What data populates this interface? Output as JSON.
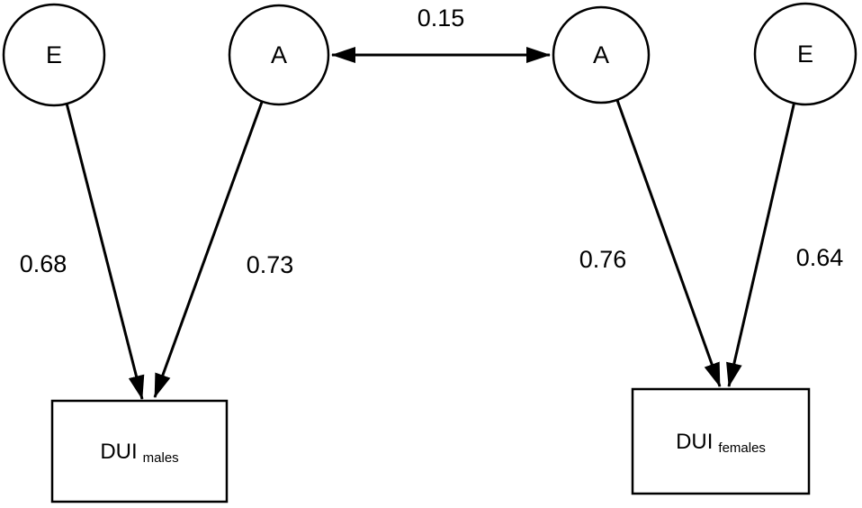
{
  "diagram": {
    "kind": "behavior-genetics path diagram",
    "nodes": {
      "e_left": {
        "label": "E",
        "shape": "circle"
      },
      "a_left": {
        "label": "A",
        "shape": "circle"
      },
      "a_right": {
        "label": "A",
        "shape": "circle"
      },
      "e_right": {
        "label": "E",
        "shape": "circle"
      },
      "dui_males": {
        "label": "DUI",
        "subscript": "males",
        "shape": "rectangle"
      },
      "dui_females": {
        "label": "DUI",
        "subscript": "females",
        "shape": "rectangle"
      }
    },
    "paths": {
      "e_left_to_dui_males": {
        "value": "0.68",
        "type": "single-headed"
      },
      "a_left_to_dui_males": {
        "value": "0.73",
        "type": "single-headed"
      },
      "a_left_a_right": {
        "value": "0.15",
        "type": "double-headed"
      },
      "a_right_to_dui_females": {
        "value": "0.76",
        "type": "single-headed"
      },
      "e_right_to_dui_females": {
        "value": "0.64",
        "type": "single-headed"
      }
    },
    "colors": {
      "stroke": "#000000",
      "fill": "#ffffff",
      "background": "#ffffff"
    }
  }
}
